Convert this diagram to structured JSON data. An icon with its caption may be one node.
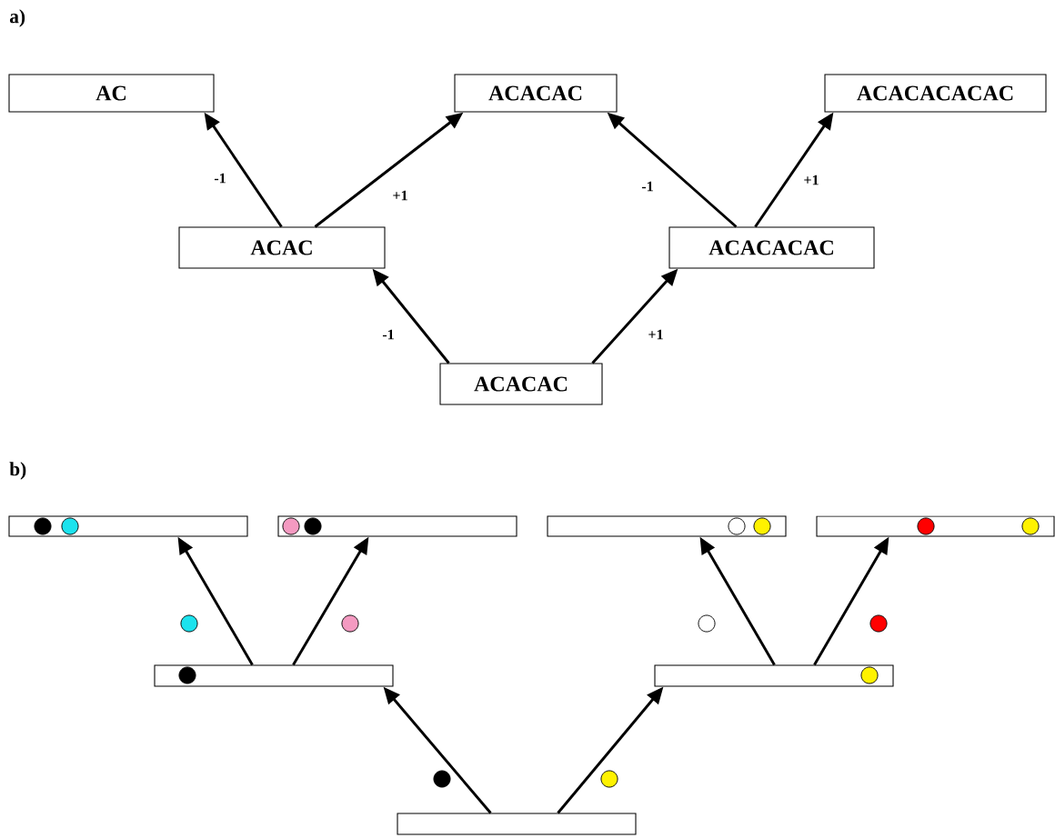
{
  "diagram": {
    "nodes": [
      {
        "text": [
          "AC"
        ]
      },
      {
        "text": [
          "ACACAC"
        ]
      },
      {
        "text": [
          "ACACACACAC"
        ]
      },
      {
        "text": [
          "ACAC"
        ]
      },
      {
        "text": [
          "ACACACAC"
        ]
      },
      {
        "text": [
          "ACACAC"
        ]
      },
      {
        "text": [],
        "shape": "bar"
      },
      {
        "text": [],
        "shape": "bar"
      },
      {
        "text": [],
        "shape": "bar"
      },
      {
        "text": [],
        "shape": "bar"
      },
      {
        "text": [],
        "shape": "bar"
      },
      {
        "text": [],
        "shape": "bar"
      },
      {
        "text": [],
        "shape": "bar"
      }
    ],
    "edges": [
      {
        "from": 5,
        "to": 3,
        "arrow": "to",
        "label": "-1"
      },
      {
        "from": 5,
        "to": 4,
        "arrow": "to",
        "label": "+1"
      },
      {
        "from": 3,
        "to": 0,
        "arrow": "to",
        "label": "-1"
      },
      {
        "from": 3,
        "to": 1,
        "arrow": "to",
        "label": "+1"
      },
      {
        "from": 4,
        "to": 1,
        "arrow": "to",
        "label": "-1"
      },
      {
        "from": 4,
        "to": 2,
        "arrow": "to",
        "label": "+1"
      },
      {
        "from": 12,
        "to": 10,
        "arrow": "to"
      },
      {
        "from": 12,
        "to": 11,
        "arrow": "to"
      },
      {
        "from": 10,
        "to": 6,
        "arrow": "to"
      },
      {
        "from": 10,
        "to": 7,
        "arrow": "to"
      },
      {
        "from": 11,
        "to": 8,
        "arrow": "to"
      },
      {
        "from": 11,
        "to": 9,
        "arrow": "to"
      }
    ],
    "labels": [
      "a)",
      "b)"
    ]
  }
}
